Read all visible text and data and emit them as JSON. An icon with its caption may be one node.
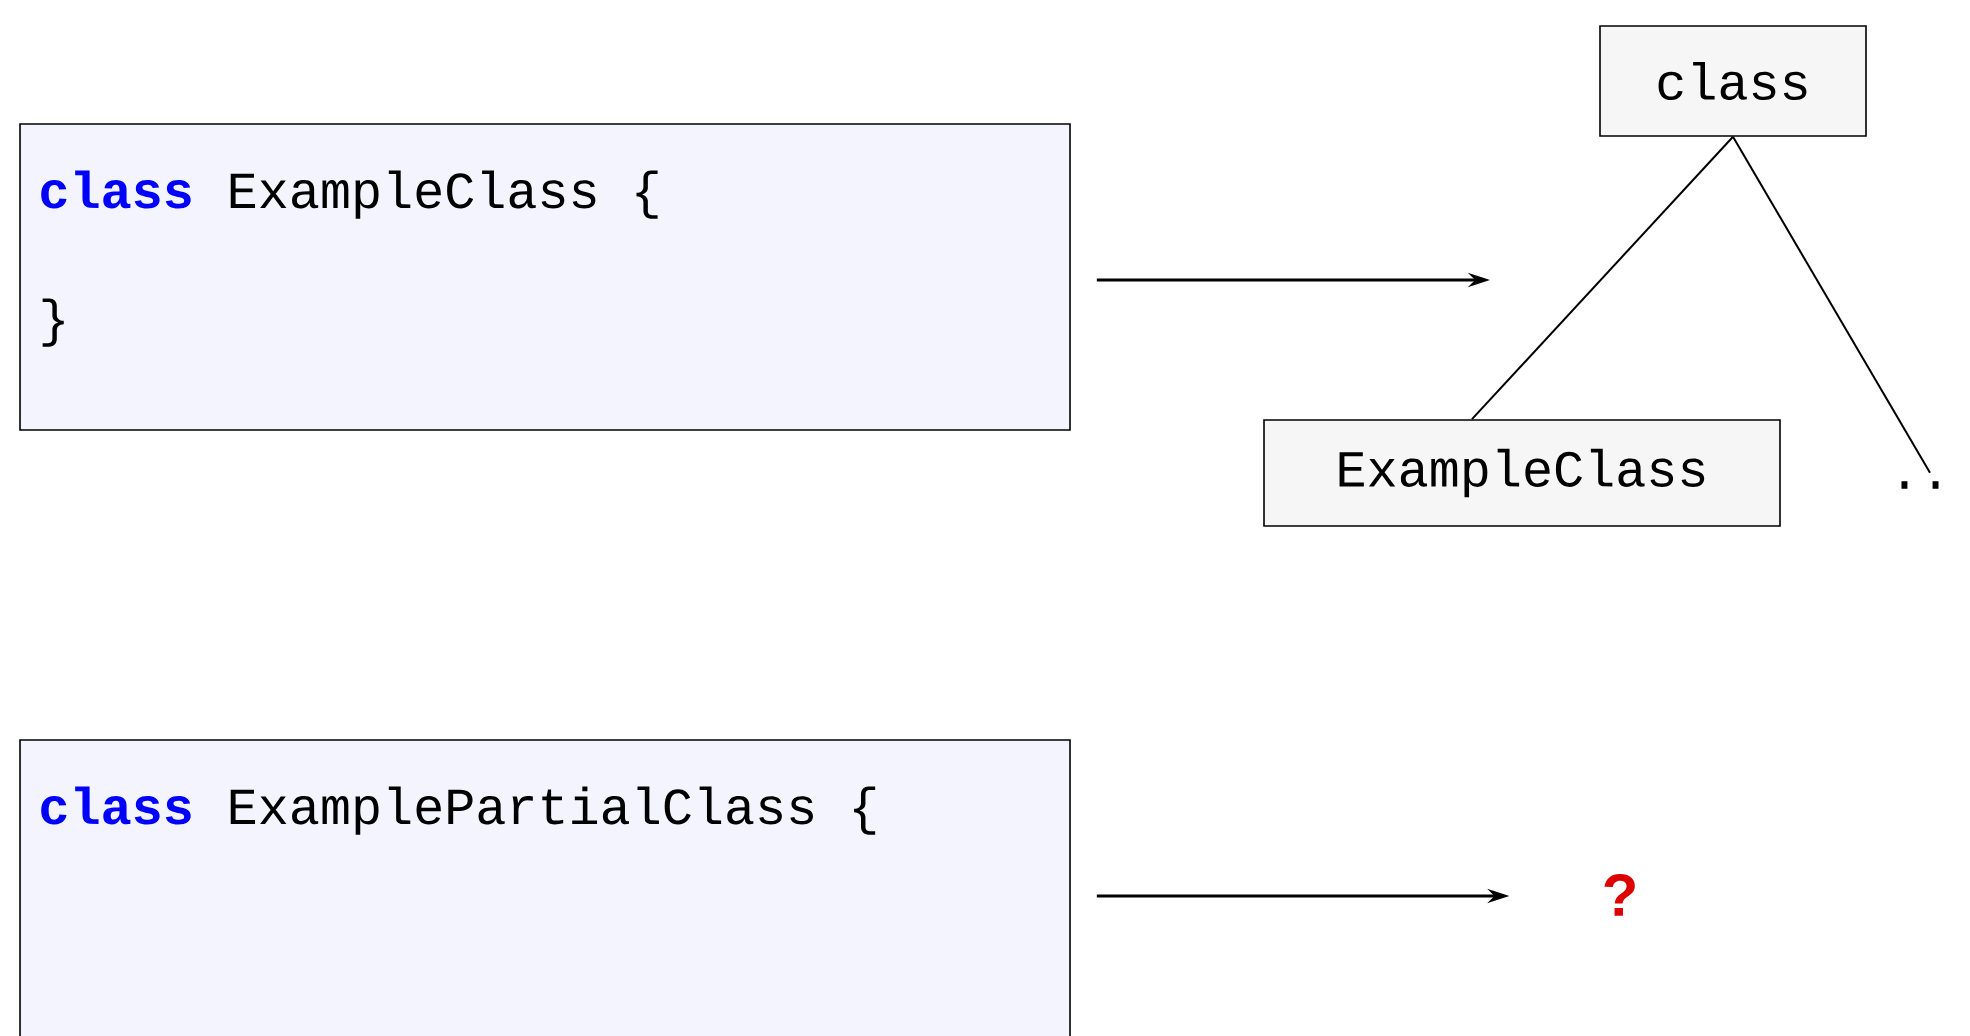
{
  "diagram": {
    "nodes": [
      {
        "text": [
          "class",
          "ExampleClass {",
          "}"
        ]
      },
      {
        "text": [
          "class"
        ]
      },
      {
        "text": [
          "ExampleClass"
        ]
      },
      {
        "text": [
          ".."
        ]
      },
      {
        "text": [
          "class",
          "ExamplePartialClass {"
        ]
      },
      {
        "text": [
          "?"
        ]
      }
    ],
    "edges": [
      {
        "from": 0,
        "to": null,
        "arrow": "to"
      },
      {
        "from": 1,
        "to": 2,
        "arrow": "none"
      },
      {
        "from": 1,
        "to": 3,
        "arrow": "none"
      },
      {
        "from": 4,
        "to": 5,
        "arrow": "to"
      }
    ]
  }
}
